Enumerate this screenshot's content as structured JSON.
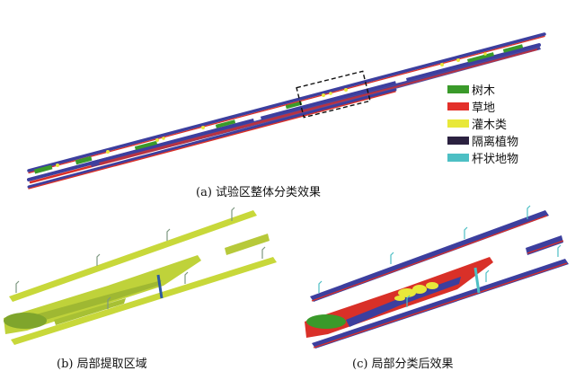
{
  "figure": {
    "caption_a": "(a) 试验区整体分类效果",
    "caption_b": "(b) 局部提取区域",
    "caption_c": "(c) 局部分类后效果"
  },
  "legend": [
    {
      "label": "树木",
      "color": "#3a9a2a"
    },
    {
      "label": "草地",
      "color": "#e3302a"
    },
    {
      "label": "灌木类",
      "color": "#e8e83a"
    },
    {
      "label": "隔离植物",
      "color": "#2b2140"
    },
    {
      "label": "杆状地物",
      "color": "#4dbfc4"
    }
  ],
  "colors": {
    "road_blue": "#3c3f9e",
    "grass_red": "#d93028",
    "tree_green": "#3a9a2a",
    "shrub_yellow": "#e8e83a",
    "lime_cloud": "#c8d83a",
    "pole_cyan": "#4dbfc4"
  }
}
